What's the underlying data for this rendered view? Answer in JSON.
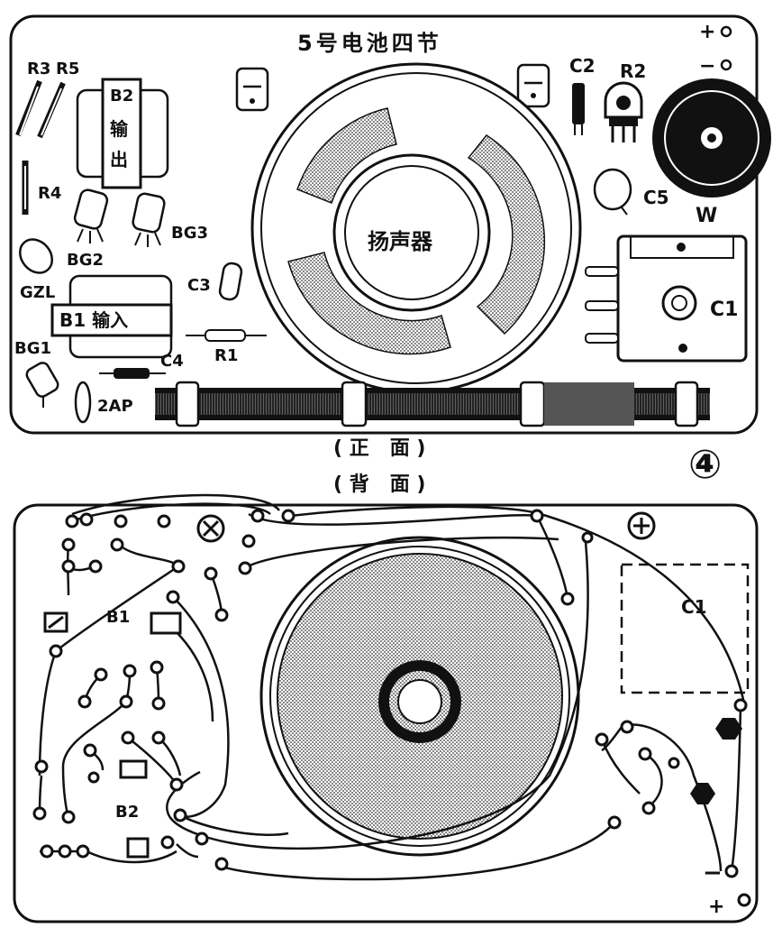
{
  "figure_number": "④",
  "front": {
    "caption": "( 正   面 )",
    "battery_label": "5号电池四节",
    "speaker_label": "扬声器",
    "plus_terminal": "+",
    "minus_terminal": "−",
    "components": {
      "r3": "R3",
      "r5": "R5",
      "r4": "R4",
      "b2": "B2",
      "b2_text_1": "输",
      "b2_text_2": "出",
      "bg3": "BG3",
      "bg2": "BG2",
      "gzl": "GZL",
      "b1": "B1 输入",
      "bg1": "BG1",
      "c3": "C3",
      "r1": "R1",
      "c4": "C4",
      "diode": "2AP",
      "c2": "C2",
      "r2": "R2",
      "c5": "C5",
      "w": "W",
      "c1": "C1"
    }
  },
  "back": {
    "caption": "( 背   面 )",
    "b1": "B1",
    "b2": "B2",
    "c1": "C1",
    "plus_terminal": "+",
    "minus_terminal": "−"
  }
}
